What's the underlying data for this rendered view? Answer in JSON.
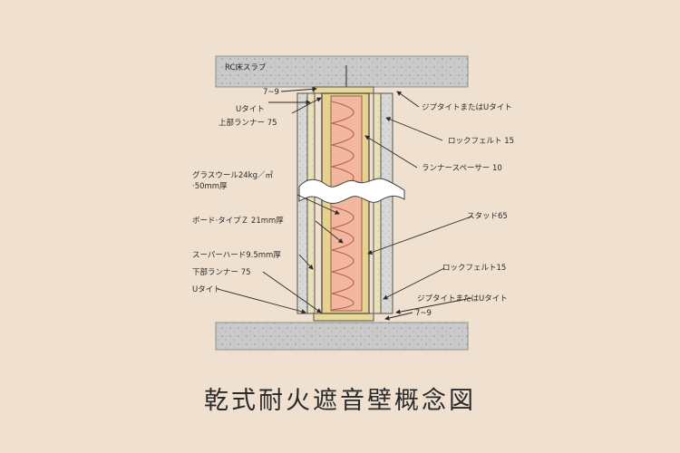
{
  "title": "乾式耐火遮音壁概念図",
  "labels": {
    "rc_slab": "RC床スラブ",
    "gap_top": "7~9",
    "u_tight_top": "Uタイト",
    "upper_runner": "上部ランナー 75",
    "glass_wool": "グラスウール24kg／㎥",
    "glass_wool_thickness": "·50mm厚",
    "board_type_z": "ボード·タイプＺ 21mm厚",
    "super_hard": "スーパーハード9.5mm厚",
    "lower_runner": "下部ランナー 75",
    "u_tight_bottom": "Uタイト",
    "gypsum_tight_top": "ジプタイトまたはUタイト",
    "rock_felt_top": "ロックフェルト 15",
    "runner_spacer": "ランナースペーサー 10",
    "stud": "スタッド65",
    "rock_felt_bottom": "ロックフェルト15",
    "gypsum_tight_bottom": "ジプタイトまたはUタイト",
    "gap_bottom": "7~9"
  },
  "colors": {
    "background": "#efe0d0",
    "concrete": "#c9c9c9",
    "board": "#d6d6d2",
    "stud": "#e4cf8c",
    "insulation": "#f2b49c",
    "outline": "#3a3a3a"
  }
}
